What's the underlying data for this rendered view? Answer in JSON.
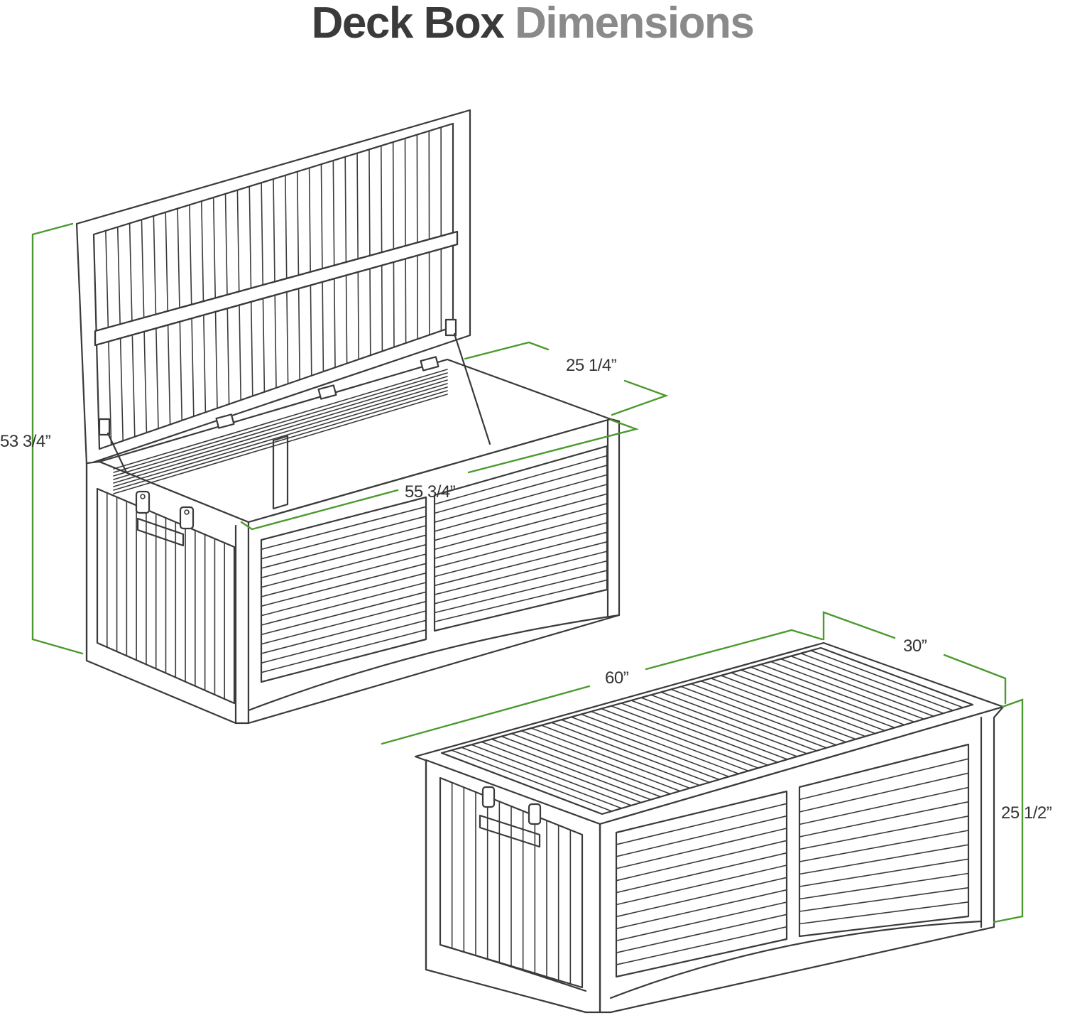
{
  "title": {
    "part1": "Deck Box",
    "part2": "Dimensions"
  },
  "colors": {
    "title_dark": "#3a3a3a",
    "title_light": "#8a8a8a",
    "dimension_line": "#4b9a2e",
    "drawing_line": "#3a3a3a"
  },
  "open_box": {
    "height_label": "53 3/4”",
    "depth_label": "25 1/4”",
    "width_label": "55 3/4”"
  },
  "closed_box": {
    "width_label": "60”",
    "depth_label": "30”",
    "height_label": "25 1/2”"
  }
}
